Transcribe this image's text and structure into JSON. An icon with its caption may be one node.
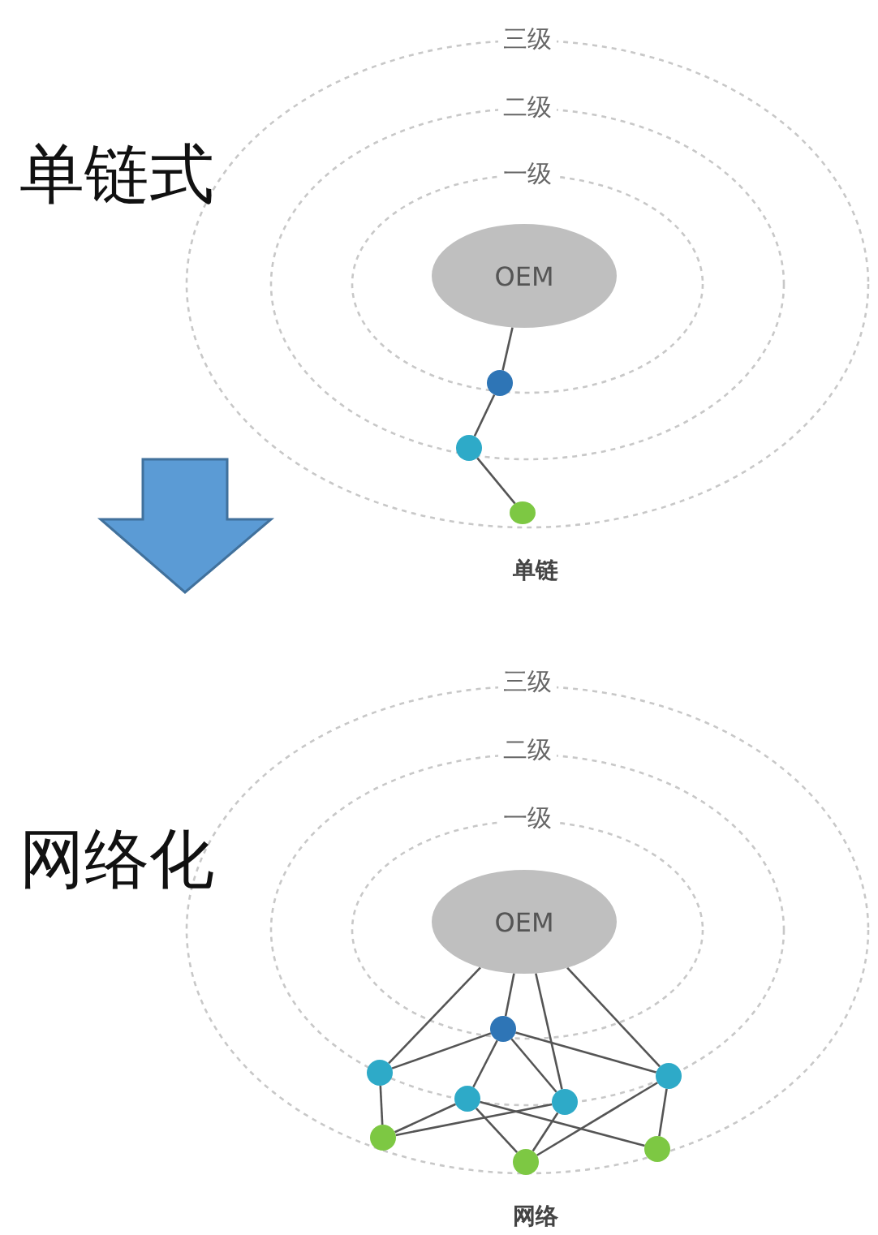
{
  "diagram": {
    "nodes": [
      {
        "text": [
          "OEM"
        ]
      },
      {
        "text": [],
        "shape": "circle"
      },
      {
        "text": [],
        "shape": "circle"
      },
      {
        "text": [],
        "shape": "circle"
      },
      {
        "text": [
          "OEM"
        ]
      },
      {
        "text": [],
        "shape": "circle"
      },
      {
        "text": [],
        "shape": "circle"
      },
      {
        "text": [],
        "shape": "circle"
      },
      {
        "text": [],
        "shape": "circle"
      },
      {
        "text": [],
        "shape": "circle"
      },
      {
        "text": [],
        "shape": "circle"
      },
      {
        "text": [],
        "shape": "circle"
      },
      {
        "text": [],
        "shape": "circle"
      }
    ],
    "edges": [
      {
        "from": 0,
        "to": 1,
        "arrow": "none"
      },
      {
        "from": 1,
        "to": 2,
        "arrow": "none"
      },
      {
        "from": 2,
        "to": 3,
        "arrow": "none"
      },
      {
        "from": 4,
        "to": 5,
        "arrow": "none"
      },
      {
        "from": 4,
        "to": 6,
        "arrow": "none"
      },
      {
        "from": 4,
        "to": 8,
        "arrow": "none"
      },
      {
        "from": 4,
        "to": 9,
        "arrow": "none"
      },
      {
        "from": 5,
        "to": 6,
        "arrow": "none"
      },
      {
        "from": 5,
        "to": 7,
        "arrow": "none"
      },
      {
        "from": 5,
        "to": 8,
        "arrow": "none"
      },
      {
        "from": 5,
        "to": 9,
        "arrow": "none"
      },
      {
        "from": 6,
        "to": 10,
        "arrow": "none"
      },
      {
        "from": 7,
        "to": 10,
        "arrow": "none"
      },
      {
        "from": 7,
        "to": 11,
        "arrow": "none"
      },
      {
        "from": 7,
        "to": 12,
        "arrow": "none"
      },
      {
        "from": 8,
        "to": 10,
        "arrow": "none"
      },
      {
        "from": 8,
        "to": 11,
        "arrow": "none"
      },
      {
        "from": 9,
        "to": 11,
        "arrow": "none"
      },
      {
        "from": 9,
        "to": 12,
        "arrow": "none"
      }
    ],
    "labels": [
      "三级",
      "二级",
      "单链式",
      "一级",
      "单链",
      "三级",
      "二级",
      "网络化",
      "一级",
      "网络"
    ]
  }
}
